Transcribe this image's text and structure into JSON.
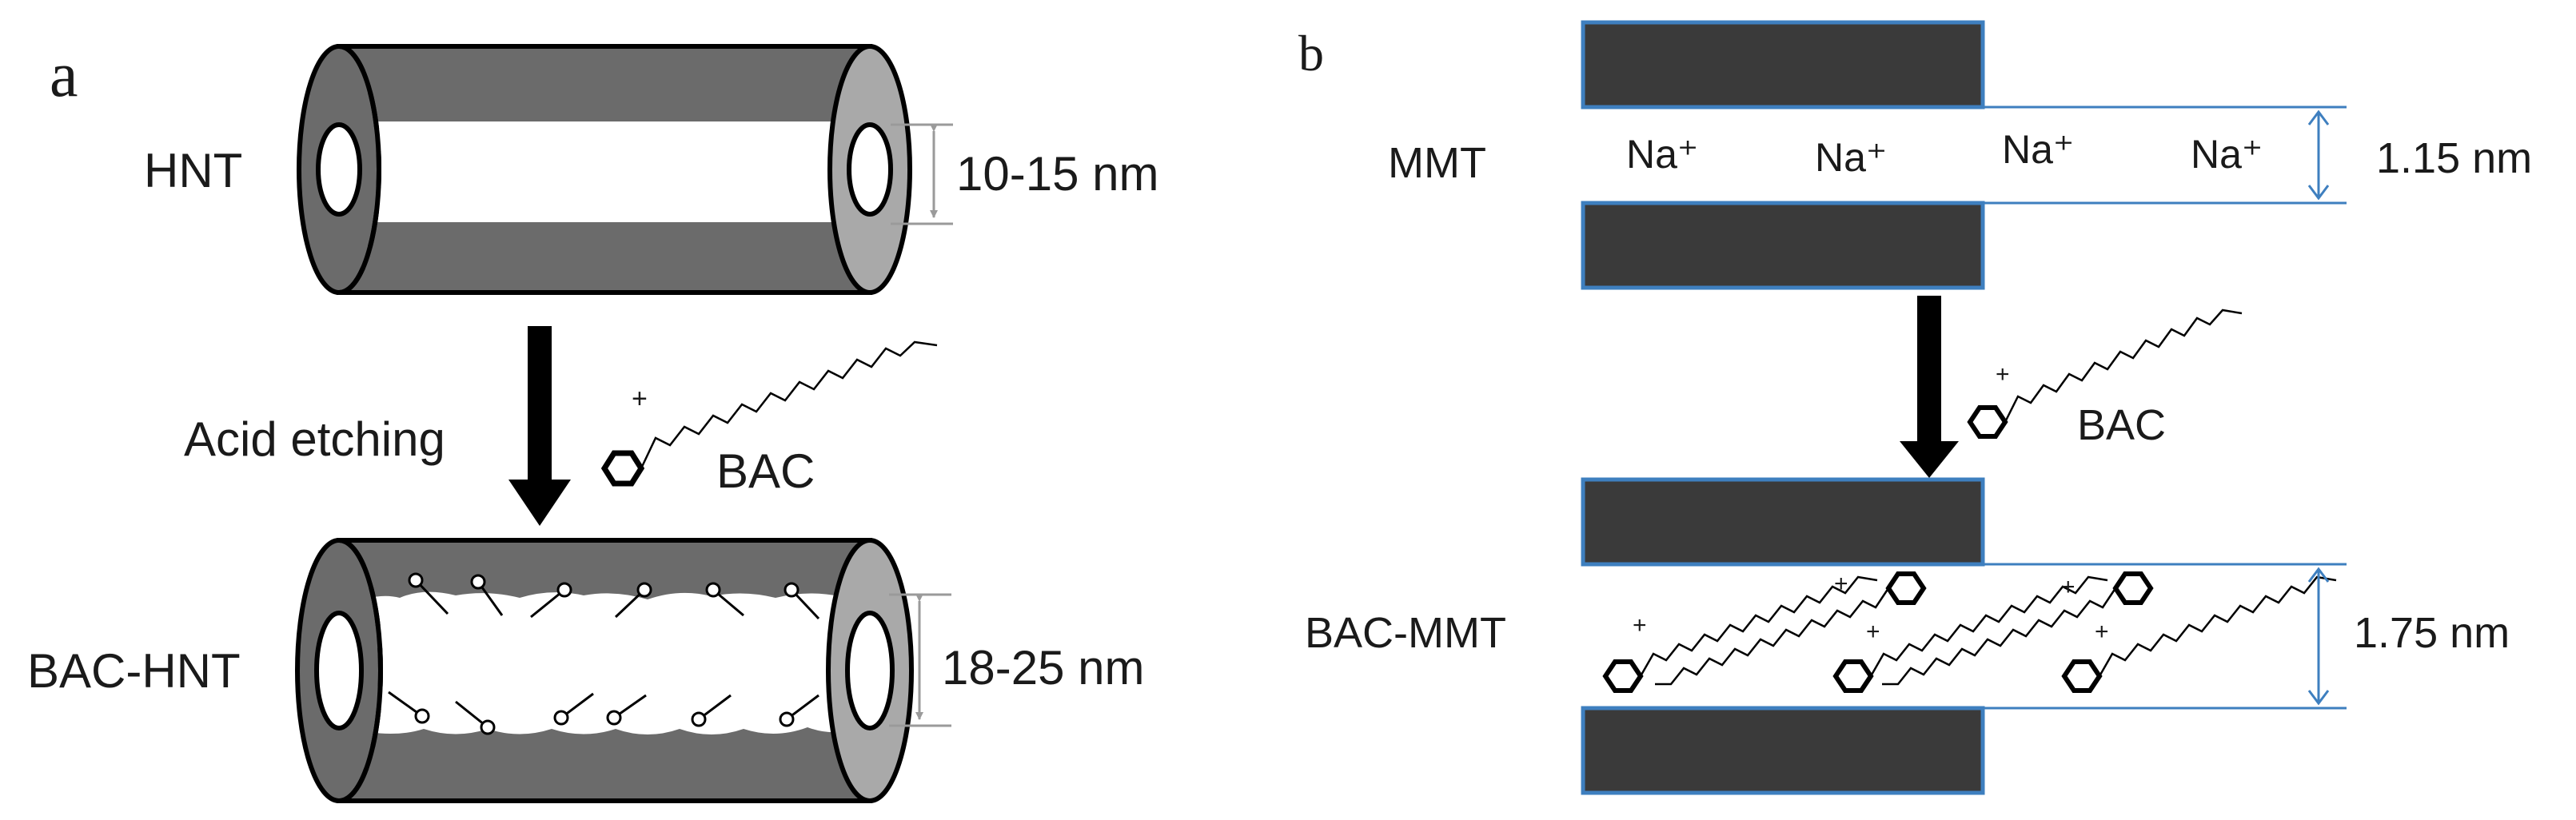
{
  "panels": {
    "a": {
      "letter": "a",
      "top_label": "HNT",
      "top_dimension": "10-15 nm",
      "process_label": "Acid etching",
      "reagent_label": "BAC",
      "bottom_label": "BAC-HNT",
      "bottom_dimension": "18-25 nm"
    },
    "b": {
      "letter": "b",
      "top_label": "MMT",
      "ions": [
        "Na⁺",
        "Na⁺",
        "Na⁺",
        "Na⁺"
      ],
      "top_dimension": "1.15 nm",
      "reagent_label": "BAC",
      "bottom_label": "BAC-MMT",
      "bottom_dimension": "1.75 nm"
    }
  },
  "molecule_charge": "+",
  "colors": {
    "tube_body": "#6b6b6b",
    "tube_end": "#a9a9a9",
    "lumen": "#ffffff",
    "sheet_fill": "#3a3a3a",
    "sheet_border": "#3e7fbf",
    "dimension_gray": "#9a9a9a",
    "dimension_blue": "#3e7fbf",
    "arrow": "#000000"
  }
}
